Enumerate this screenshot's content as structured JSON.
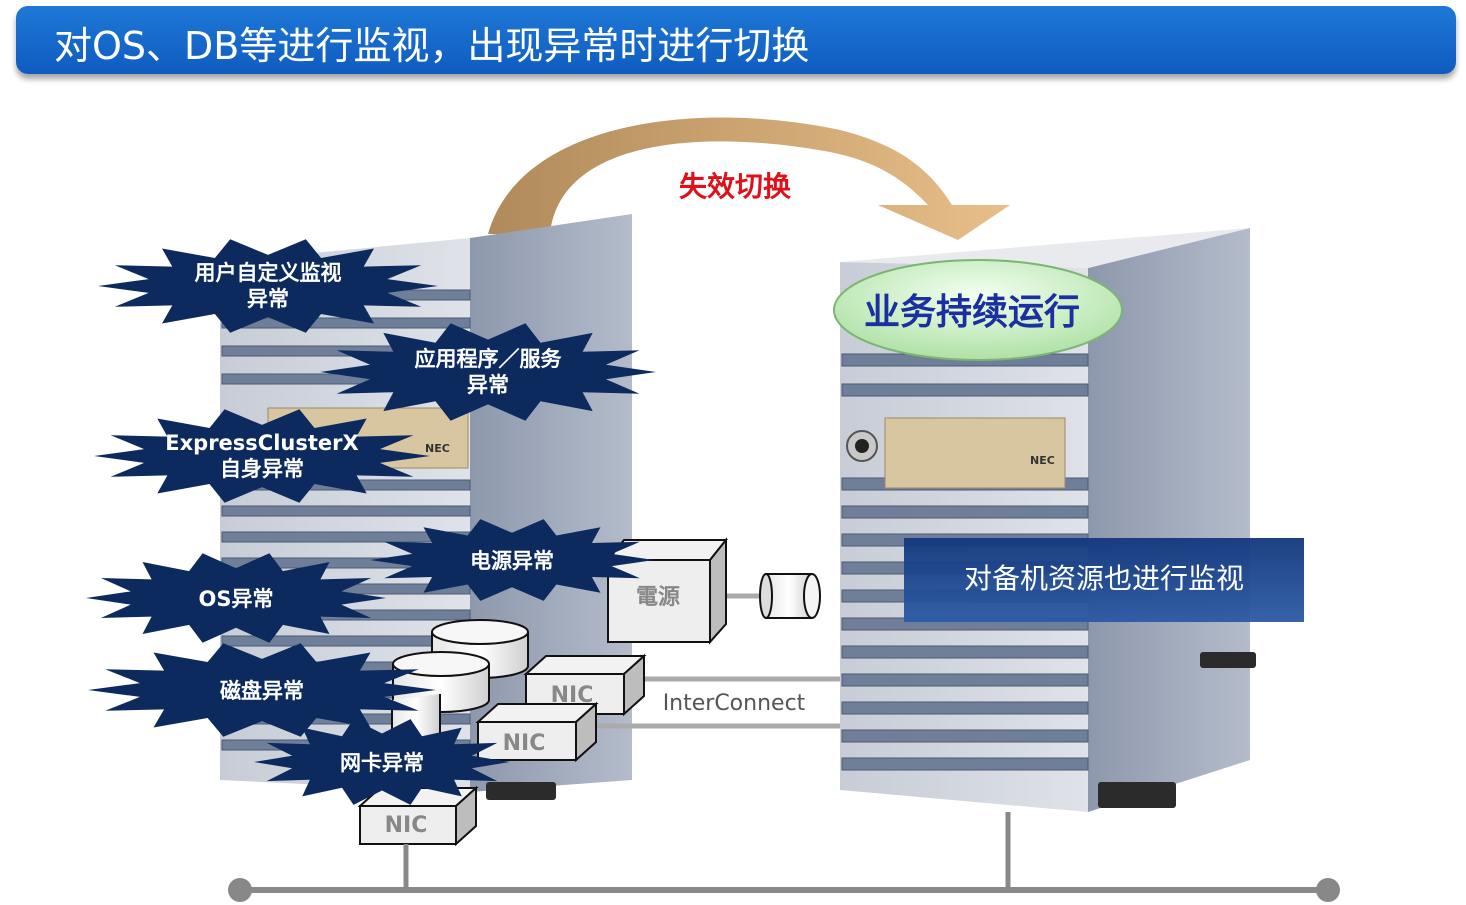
{
  "header": {
    "title": "对OS、DB等进行监视，出现异常时进行切换"
  },
  "failover_label": "失效切换",
  "running_badge": "业务持续运行",
  "standby_monitor": "对备机资源也进行监视",
  "interconnect_label": "InterConnect",
  "power_box_label": "電源",
  "nic_labels": [
    "NIC",
    "NIC",
    "NIC"
  ],
  "server_logo": "NEC",
  "faults": [
    {
      "line1": "用户自定义监视",
      "line2": "异常"
    },
    {
      "line1": "应用程序／服务",
      "line2": "异常"
    },
    {
      "line1": "ExpressClusterX",
      "line2": "自身异常"
    },
    {
      "line1": "电源异常",
      "line2": ""
    },
    {
      "line1": "OS异常",
      "line2": ""
    },
    {
      "line1": "磁盘异常",
      "line2": ""
    },
    {
      "line1": "网卡异常",
      "line2": ""
    }
  ],
  "colors": {
    "title_bar": "#1565c8",
    "fault_burst": "#0d2a5e",
    "failover_text": "#e0101a",
    "arrow": "#c9a373",
    "badge": "#c8ecc0",
    "badge_text": "#1a2fa0"
  }
}
